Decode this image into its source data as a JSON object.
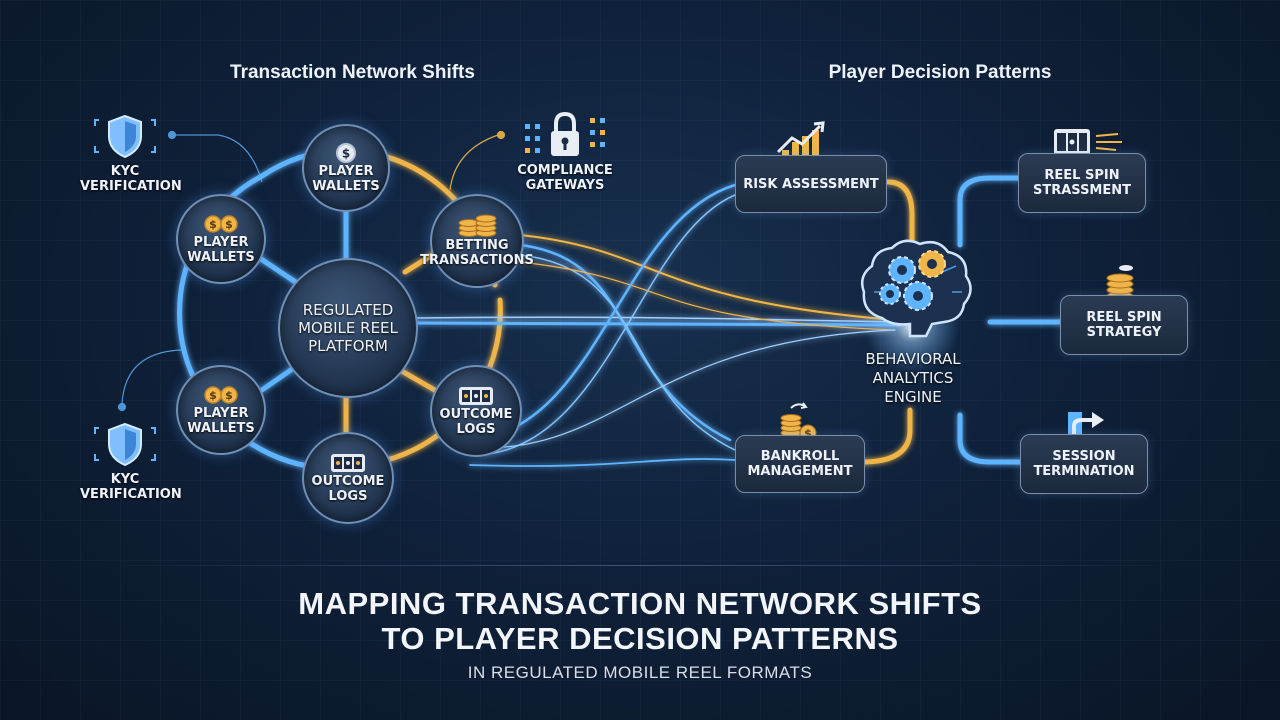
{
  "headings": {
    "left": "Transaction Network Shifts",
    "right": "Player Decision Patterns"
  },
  "network": {
    "hub": "Regulated Mobile Reel Platform",
    "nodes": [
      {
        "key": "wallets_top",
        "label": "Player Wallets"
      },
      {
        "key": "wallets_left",
        "label": "Player Wallets"
      },
      {
        "key": "betting",
        "label": "Betting Transactions"
      },
      {
        "key": "wallets_bottom",
        "label": "Player Wallets"
      },
      {
        "key": "outcome_right",
        "label": "Outcome Logs"
      },
      {
        "key": "outcome_bottom",
        "label": "Outcome Logs"
      }
    ],
    "annotations": {
      "kyc_top": "KYC Verification",
      "kyc_bottom": "KYC Verification",
      "compliance": "Compliance Gateways"
    }
  },
  "decisions": {
    "engine": "Behavioral Analytics Engine",
    "left_boxes": [
      {
        "key": "risk",
        "label": "Risk Assessment"
      },
      {
        "key": "bankroll",
        "label": "Bankroll Management"
      }
    ],
    "right_boxes": [
      {
        "key": "reel1",
        "label": "Reel Spin Strassment"
      },
      {
        "key": "reel2",
        "label": "Reel Spin Strategy"
      },
      {
        "key": "session",
        "label": "Session Termination"
      }
    ]
  },
  "footer": {
    "title_line1": "MAPPING TRANSACTION NETWORK SHIFTS",
    "title_line2": "TO PLAYER DECISION PATTERNS",
    "subtitle": "IN REGULATED MOBILE REEL FORMATS"
  },
  "icons": {
    "kyc": "shield-icon",
    "compliance": "padlock-icon",
    "wallet": "coin-icon",
    "betting": "chip-stack-icon",
    "outcome": "slot-reel-icon",
    "risk": "bar-chart-icon",
    "engine": "brain-gears-icon",
    "bankroll": "coin-stack-icon",
    "session": "exit-arrow-icon"
  },
  "colors": {
    "blue_line": "#5fb4ff",
    "gold_line": "#f0b548",
    "background": "#0f213a"
  }
}
